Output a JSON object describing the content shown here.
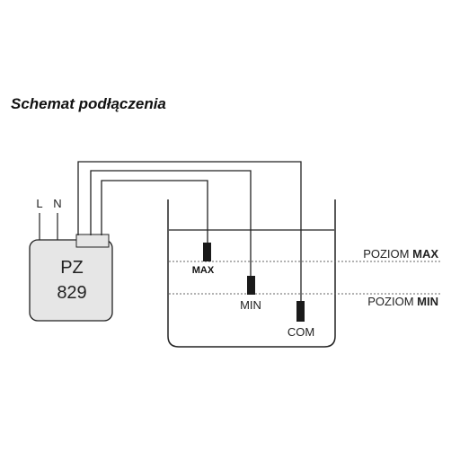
{
  "title": "Schemat podłączenia",
  "terminals": {
    "l_label": "L",
    "n_label": "N"
  },
  "device": {
    "line1": "PZ",
    "line2": "829"
  },
  "probes": {
    "max_label": "MAX",
    "min_label": "MIN",
    "com_label": "COM"
  },
  "levels": {
    "max_prefix": "POZIOM",
    "max_word": "MAX",
    "min_prefix": "POZIOM",
    "min_word": "MIN"
  },
  "colors": {
    "device_fill": "#e6e6e6",
    "line": "#222222",
    "probe": "#1a1a1a"
  }
}
